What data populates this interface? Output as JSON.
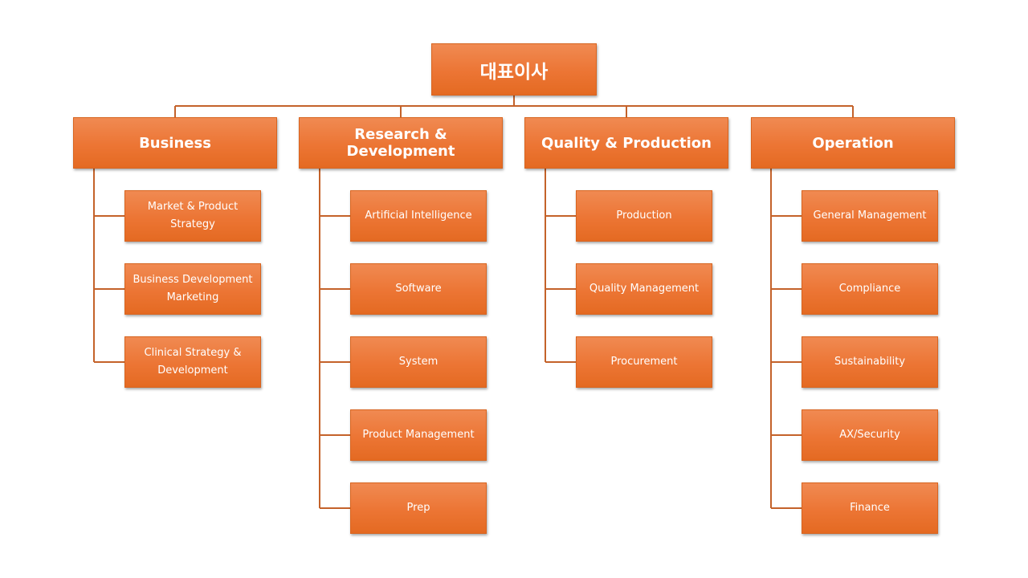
{
  "org_chart": {
    "root": "대표이사",
    "divisions": [
      {
        "title": "Business",
        "teams": [
          "Market & Product Strategy",
          "Business Development Marketing",
          "Clinical Strategy & Development"
        ]
      },
      {
        "title": "Research & Development",
        "teams": [
          "Artificial Intelligence",
          "Software",
          "System",
          "Product Management",
          "Prep"
        ]
      },
      {
        "title": "Quality & Production",
        "teams": [
          "Production",
          "Quality Management",
          "Procurement"
        ]
      },
      {
        "title": "Operation",
        "teams": [
          "General Management",
          "Compliance",
          "Sustainability",
          "AX/Security",
          "Finance"
        ]
      }
    ]
  },
  "colors": {
    "box_fill": "#ec7534",
    "box_border": "#d8641f",
    "connector": "#c4622a",
    "text": "#ffffff"
  }
}
